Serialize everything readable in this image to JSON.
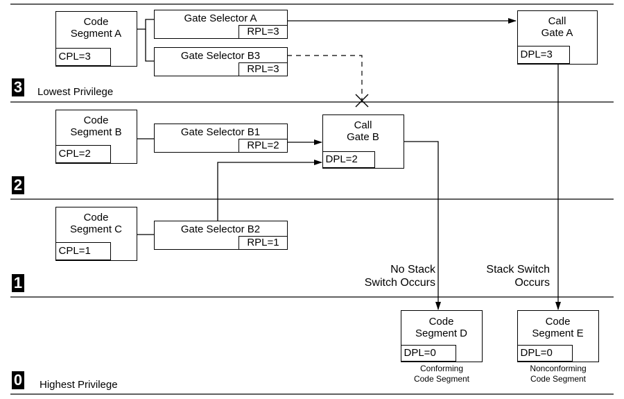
{
  "levels": [
    {
      "num": "3",
      "label": "Lowest Privilege"
    },
    {
      "num": "2",
      "label": ""
    },
    {
      "num": "1",
      "label": ""
    },
    {
      "num": "0",
      "label": "Highest Privilege"
    }
  ],
  "segments": {
    "a": {
      "line1": "Code",
      "line2": "Segment A",
      "pl": "CPL=3"
    },
    "b": {
      "line1": "Code",
      "line2": "Segment B",
      "pl": "CPL=2"
    },
    "c": {
      "line1": "Code",
      "line2": "Segment C",
      "pl": "CPL=1"
    },
    "d": {
      "line1": "Code",
      "line2": "Segment D",
      "pl": "DPL=0",
      "caption1": "Conforming",
      "caption2": "Code Segment"
    },
    "e": {
      "line1": "Code",
      "line2": "Segment E",
      "pl": "DPL=0",
      "caption1": "Nonconforming",
      "caption2": "Code Segment"
    }
  },
  "selectors": {
    "a": {
      "label": "Gate Selector A",
      "rpl": "RPL=3"
    },
    "b3": {
      "label": "Gate Selector B3",
      "rpl": "RPL=3"
    },
    "b1": {
      "label": "Gate Selector B1",
      "rpl": "RPL=2"
    },
    "b2": {
      "label": "Gate Selector B2",
      "rpl": "RPL=1"
    }
  },
  "gates": {
    "a": {
      "line1": "Call",
      "line2": "Gate A",
      "pl": "DPL=3"
    },
    "b": {
      "line1": "Call",
      "line2": "Gate B",
      "pl": "DPL=2"
    }
  },
  "notes": {
    "no_stack_1": "No Stack",
    "no_stack_2": "Switch Occurs",
    "stack_1": "Stack Switch",
    "stack_2": "Occurs"
  },
  "colors": {
    "line": "#000000",
    "background": "#ffffff"
  }
}
